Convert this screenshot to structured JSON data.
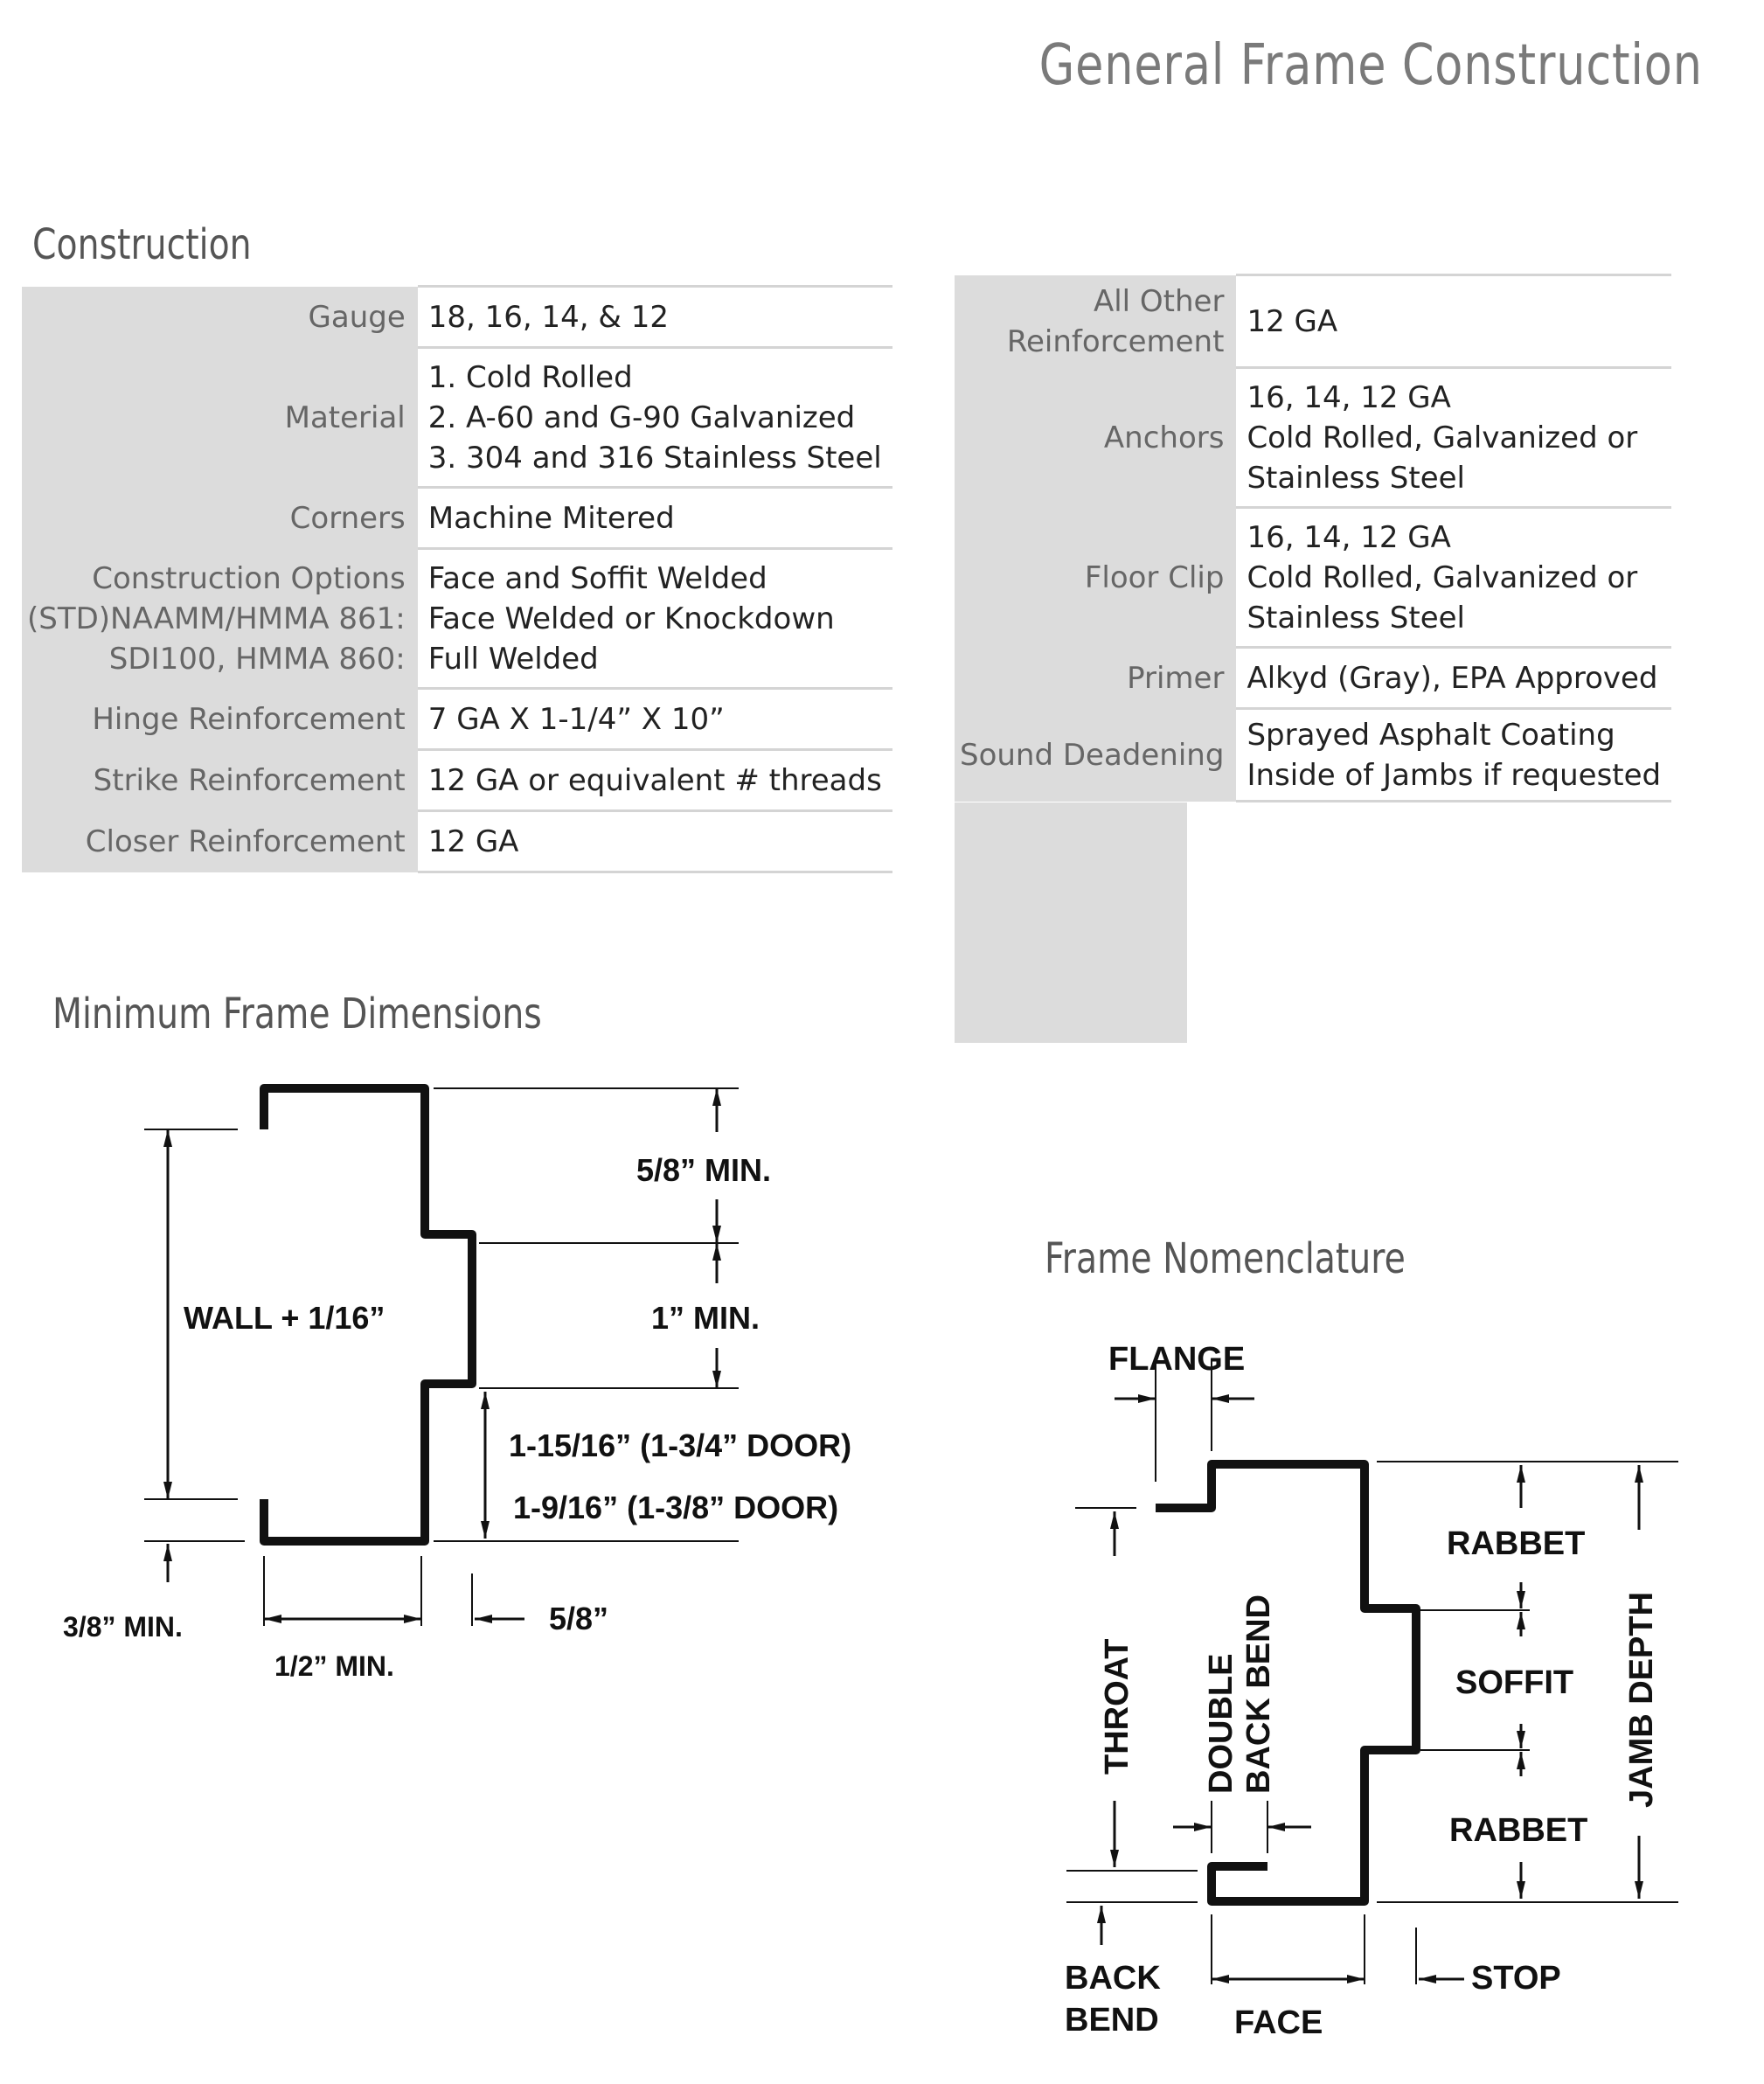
{
  "page": {
    "title": "General Frame Construction"
  },
  "construction": {
    "heading": "Construction",
    "left_rows": [
      {
        "label": [
          "Gauge"
        ],
        "value": [
          "18, 16, 14, & 12"
        ]
      },
      {
        "label": [
          "Material"
        ],
        "value": [
          "1. Cold Rolled",
          "2. A-60 and G-90 Galvanized",
          "3. 304 and 316 Stainless Steel"
        ]
      },
      {
        "label": [
          "Corners"
        ],
        "value": [
          "Machine Mitered"
        ]
      },
      {
        "label": [
          "Construction Options",
          "(STD)NAAMM/HMMA 861:",
          "SDI100, HMMA 860:"
        ],
        "value": [
          "Face and Soffit Welded",
          "Face Welded or Knockdown",
          "Full Welded"
        ]
      },
      {
        "label": [
          "Hinge Reinforcement"
        ],
        "value": [
          "7 GA X 1-1/4” X 10”"
        ]
      },
      {
        "label": [
          "Strike Reinforcement"
        ],
        "value": [
          "12 GA or equivalent # threads"
        ]
      },
      {
        "label": [
          "Closer Reinforcement"
        ],
        "value": [
          "12 GA"
        ]
      }
    ],
    "right_rows": [
      {
        "label": [
          "All Other",
          "Reinforcement"
        ],
        "value": [
          "12 GA"
        ]
      },
      {
        "label": [
          "Anchors"
        ],
        "value": [
          "16, 14, 12 GA",
          "Cold Rolled, Galvanized or",
          "Stainless Steel"
        ]
      },
      {
        "label": [
          "Floor Clip"
        ],
        "value": [
          "16, 14, 12 GA",
          "Cold Rolled, Galvanized or",
          "Stainless Steel"
        ]
      },
      {
        "label": [
          "Primer"
        ],
        "value": [
          "Alkyd (Gray), EPA Approved"
        ]
      },
      {
        "label": [
          "Sound Deadening"
        ],
        "value": [
          "Sprayed Asphalt Coating",
          "Inside of Jambs if requested"
        ]
      }
    ]
  },
  "min_dimensions": {
    "heading": "Minimum Frame Dimensions",
    "labels": {
      "stop_height": "5/8” MIN.",
      "soffit": "1” MIN.",
      "wall": "WALL + 1/16”",
      "rabbet_a": "1-15/16” (1-3/4” DOOR)",
      "rabbet_b": "1-9/16” (1-3/8” DOOR)",
      "back_bend": "3/8” MIN.",
      "face": "1/2” MIN.",
      "stop": "5/8”"
    }
  },
  "nomenclature": {
    "heading": "Frame Nomenclature",
    "labels": {
      "flange": "FLANGE",
      "rabbet_top": "RABBET",
      "soffit": "SOFFIT",
      "rabbet_bottom": "RABBET",
      "jamb_depth": "JAMB DEPTH",
      "throat": "THROAT",
      "double": "DOUBLE",
      "back_bend_v": "BACK BEND",
      "back": "BACK",
      "bend": "BEND",
      "face": "FACE",
      "stop": "STOP"
    }
  }
}
